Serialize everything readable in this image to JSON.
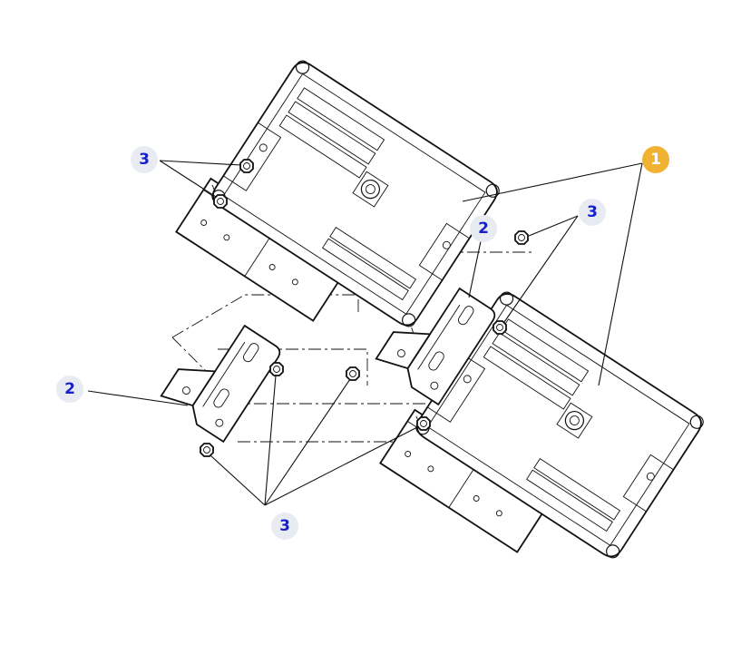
{
  "diagram": {
    "callouts": {
      "c1": "1",
      "c2_top": "2",
      "c2_left": "2",
      "c3_topleft": "3",
      "c3_topright": "3",
      "c3_bottom": "3"
    },
    "colors": {
      "part_bubble_bg": "#e9ebf3",
      "part_bubble_text": "#1622c8",
      "main_bubble_bg": "#f0b232",
      "main_bubble_text": "#ffffff",
      "line": "#111111"
    },
    "parts": {
      "ecu_units": 2,
      "brackets": 2,
      "nuts": 8
    }
  }
}
